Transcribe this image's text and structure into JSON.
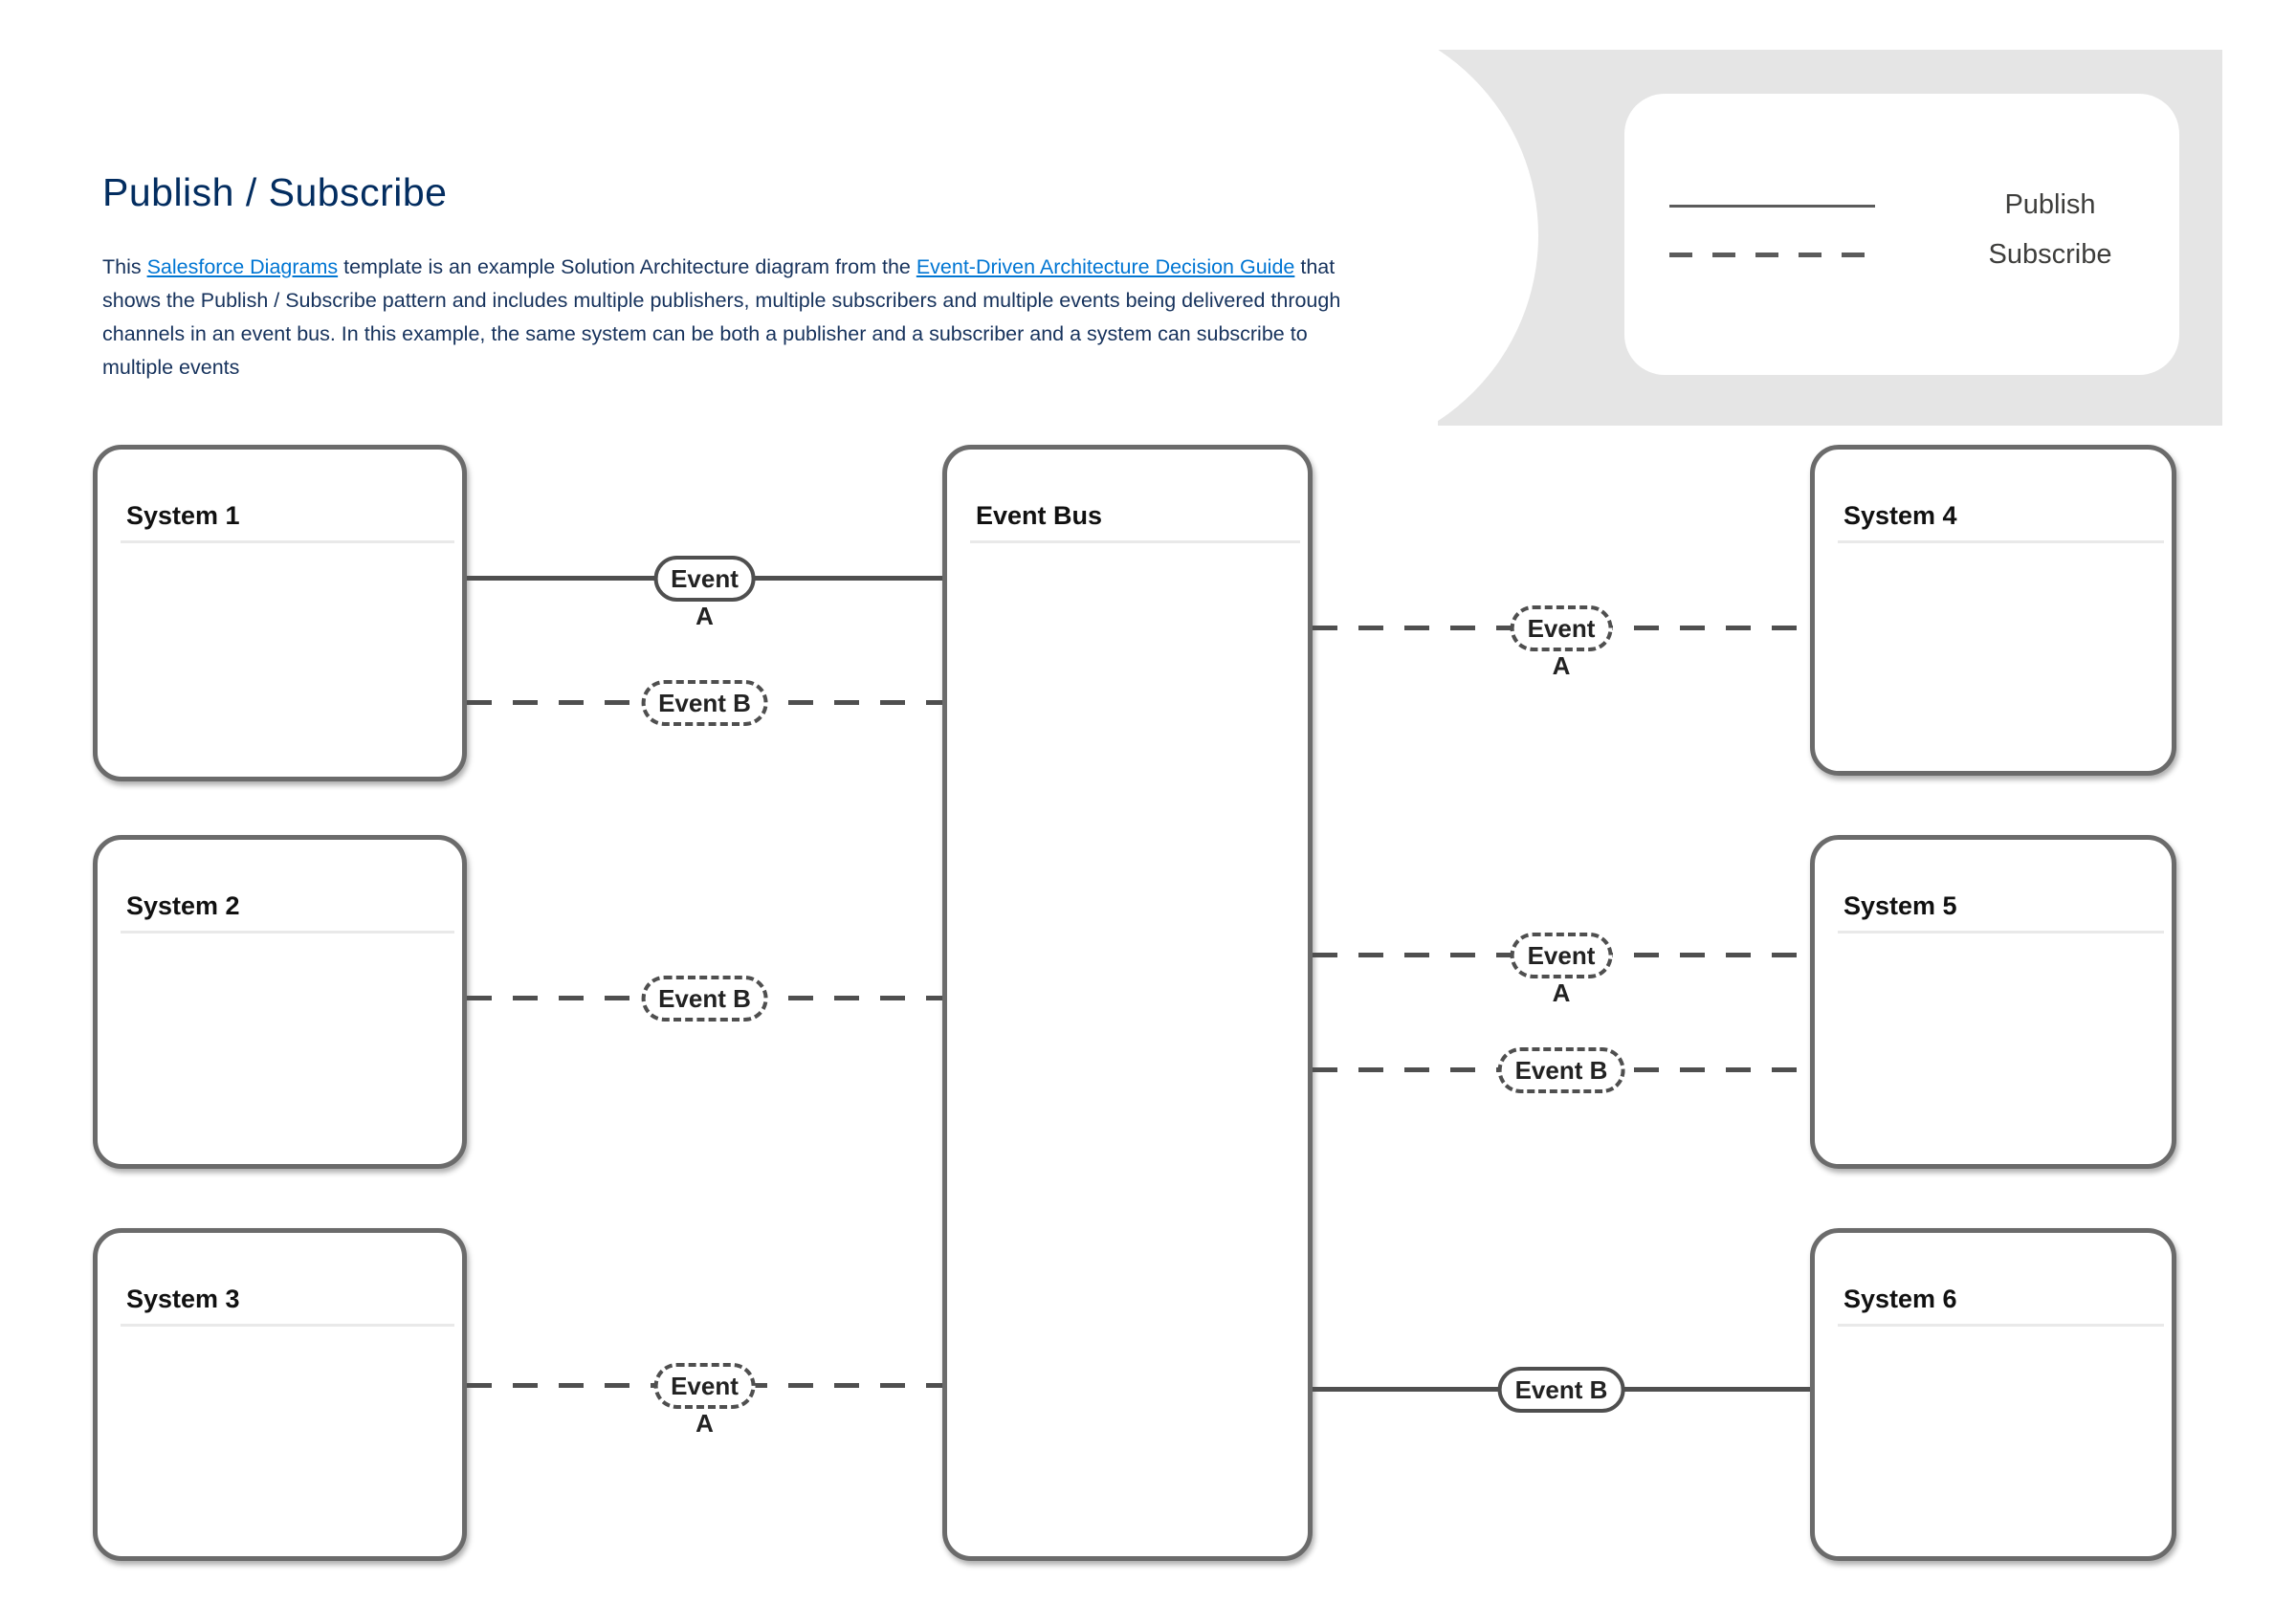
{
  "header": {
    "title": "Publish / Subscribe",
    "paragraph": {
      "seg1": "This ",
      "link1": "Salesforce Diagrams",
      "seg2": " template is an example Solution Architecture diagram from the ",
      "link2": "Event-Driven Architecture Decision Guide",
      "seg3": " that shows the Publish / Subscribe pattern and includes multiple publishers, multiple subscribers and multiple events being delivered through channels in an event bus. In this example, the same system can be both a publisher and a subscriber and a system can subscribe to multiple events"
    }
  },
  "legend": {
    "publish_label": "Publish",
    "subscribe_label": "Subscribe",
    "publish_line_style": "solid",
    "subscribe_line_style": "dashed"
  },
  "nodes": {
    "system1": {
      "title": "System 1"
    },
    "system2": {
      "title": "System 2"
    },
    "system3": {
      "title": "System 3"
    },
    "event_bus": {
      "title": "Event Bus"
    },
    "system4": {
      "title": "System 4"
    },
    "system5": {
      "title": "System 5"
    },
    "system6": {
      "title": "System 6"
    }
  },
  "connectors": [
    {
      "from": "System 1",
      "to": "Event Bus",
      "type": "publish",
      "style": "solid",
      "label": "Event A",
      "line1": "Event",
      "line2": "A"
    },
    {
      "from": "System 1",
      "to": "Event Bus",
      "type": "subscribe",
      "style": "dashed",
      "label": "Event B",
      "line1": "Event B",
      "line2": ""
    },
    {
      "from": "System 2",
      "to": "Event Bus",
      "type": "subscribe",
      "style": "dashed",
      "label": "Event B",
      "line1": "Event B",
      "line2": ""
    },
    {
      "from": "System 3",
      "to": "Event Bus",
      "type": "subscribe",
      "style": "dashed",
      "label": "Event A",
      "line1": "Event",
      "line2": "A"
    },
    {
      "from": "Event Bus",
      "to": "System 4",
      "type": "subscribe",
      "style": "dashed",
      "label": "Event A",
      "line1": "Event",
      "line2": "A"
    },
    {
      "from": "Event Bus",
      "to": "System 5",
      "type": "subscribe",
      "style": "dashed",
      "label": "Event A",
      "line1": "Event",
      "line2": "A"
    },
    {
      "from": "Event Bus",
      "to": "System 5",
      "type": "subscribe",
      "style": "dashed",
      "label": "Event B",
      "line1": "Event B",
      "line2": ""
    },
    {
      "from": "Event Bus",
      "to": "System 6",
      "type": "publish",
      "style": "solid",
      "label": "Event B",
      "line1": "Event B",
      "line2": ""
    }
  ],
  "colors": {
    "title_navy": "#032d60",
    "body_navy": "#16325c",
    "link_blue": "#0176d3",
    "node_border_gray": "#6b6b6b",
    "connector_gray": "#4f4f4f",
    "legend_background": "#e5e5e5"
  }
}
